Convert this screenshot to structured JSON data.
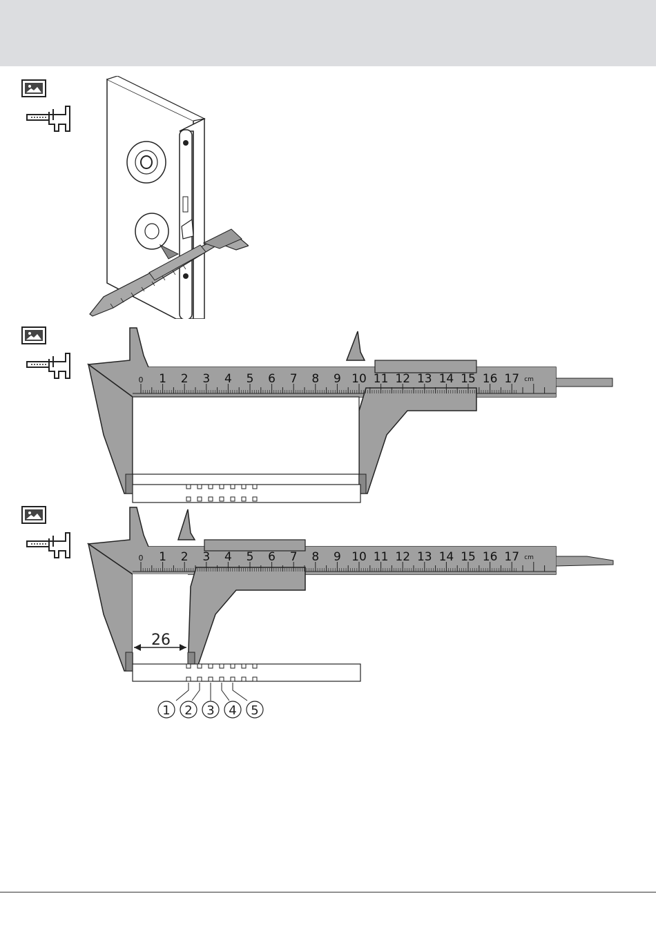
{
  "scale": {
    "labels": [
      "0",
      "1",
      "2",
      "3",
      "4",
      "5",
      "6",
      "7",
      "8",
      "9",
      "10",
      "11",
      "12",
      "13",
      "14",
      "15",
      "16",
      "17"
    ],
    "unit": "cm"
  },
  "figure3": {
    "dimension": "26",
    "callouts": [
      "1",
      "2",
      "3",
      "4",
      "5"
    ]
  },
  "icons": {
    "image": "image-icon",
    "caliper": "caliper-icon"
  },
  "colors": {
    "caliper_gray": "#a0a0a0",
    "header_band": "#dcdde0"
  }
}
